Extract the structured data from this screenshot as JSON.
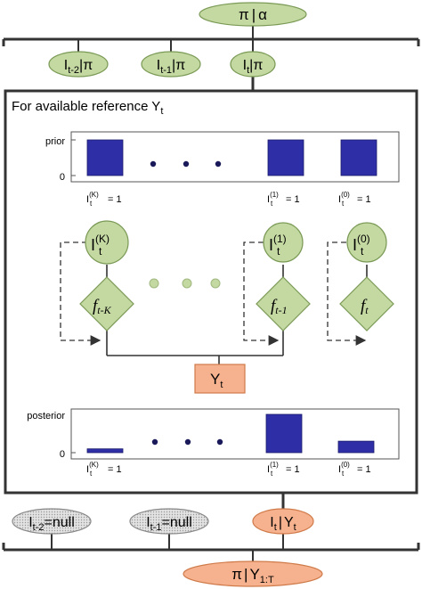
{
  "nodes": {
    "pi_alpha": {
      "base": "π",
      "sep": "|",
      "tail": "α"
    },
    "i_tm2": {
      "base": "I",
      "sub": "t-2",
      "sep": "|",
      "tail": "π"
    },
    "i_tm1": {
      "base": "I",
      "sub": "t-1",
      "sep": "|",
      "tail": "π"
    },
    "i_t": {
      "base": "I",
      "sub": "t",
      "sep": "|",
      "tail": "π"
    },
    "i_tm2_null": {
      "base": "I",
      "sub": "t-2",
      "tail": "=null"
    },
    "i_tm1_null": {
      "base": "I",
      "sub": "t-1",
      "tail": "=null"
    },
    "i_t_yt": {
      "base": "I",
      "sub": "t",
      "sep": "|",
      "tail": "Y",
      "tail_sub": "t"
    },
    "pi_y": {
      "base": "π",
      "sep": "|",
      "tail": "Y",
      "tail_sub": "1:T"
    }
  },
  "panel": {
    "title": "For available reference Y",
    "title_sub": "t"
  },
  "indicators": [
    {
      "base": "I",
      "sub": "t",
      "sup": "(K)"
    },
    {
      "base": "I",
      "sub": "t",
      "sup": "(1)"
    },
    {
      "base": "I",
      "sub": "t",
      "sup": "(0)"
    }
  ],
  "functions": [
    {
      "base": "f",
      "sub": "t-K"
    },
    {
      "base": "f",
      "sub": "t-1"
    },
    {
      "base": "f",
      "sub": "t"
    }
  ],
  "observation": {
    "base": "Y",
    "sub": "t"
  },
  "charts": {
    "prior": {
      "ylabel": "prior",
      "ytick": "0"
    },
    "posterior": {
      "ylabel": "posterior",
      "ytick": "0"
    },
    "tick_label": {
      "base": "I",
      "sub": "t",
      "eq": " = 1"
    },
    "tick_sups": [
      "(K)",
      "(1)",
      "(0)"
    ]
  },
  "chart_data": [
    {
      "type": "bar",
      "ylabel": "prior",
      "categories": [
        "I_t^(K) = 1",
        "I_t^(1) = 1",
        "I_t^(0) = 1"
      ],
      "values": [
        1,
        1,
        1
      ],
      "ylim": [
        0,
        1.1
      ],
      "ellipsis": "between I_t^(K) and I_t^(1)"
    },
    {
      "type": "bar",
      "ylabel": "posterior",
      "categories": [
        "I_t^(K) = 1",
        "I_t^(1) = 1",
        "I_t^(0) = 1"
      ],
      "values": [
        0.1,
        1,
        0.3
      ],
      "ylim": [
        0,
        1.1
      ],
      "ellipsis": "between I_t^(K) and I_t^(1)"
    }
  ],
  "colors": {
    "green_fill": "#c4d8a2",
    "green_stroke": "#7a9a55",
    "orange_fill": "#f6b28e",
    "orange_stroke": "#d07a4a",
    "grey_fill": "#d6d6d6",
    "bar_fill": "#2e2ea6",
    "dot_fill": "#1a1a5a"
  }
}
